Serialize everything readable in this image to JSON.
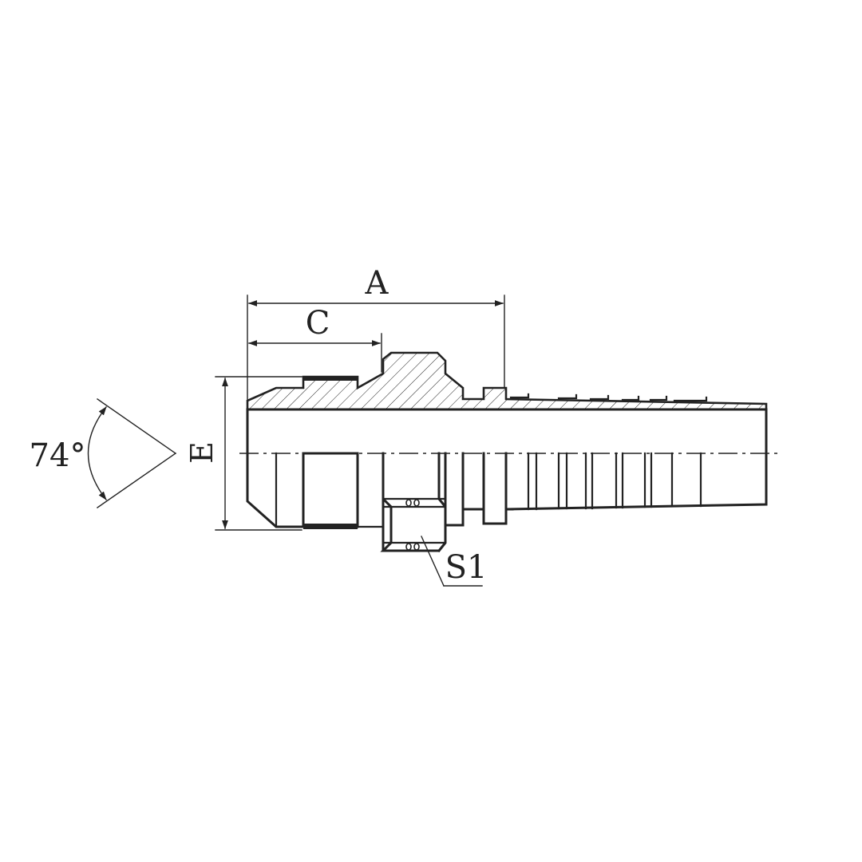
{
  "drawing": {
    "labels": {
      "dim_a": "A",
      "dim_c": "C",
      "dim_e": "E",
      "hex_size": "S1",
      "seat_angle": "74°"
    }
  },
  "colors": {
    "line": "#222222",
    "background": "#ffffff"
  }
}
